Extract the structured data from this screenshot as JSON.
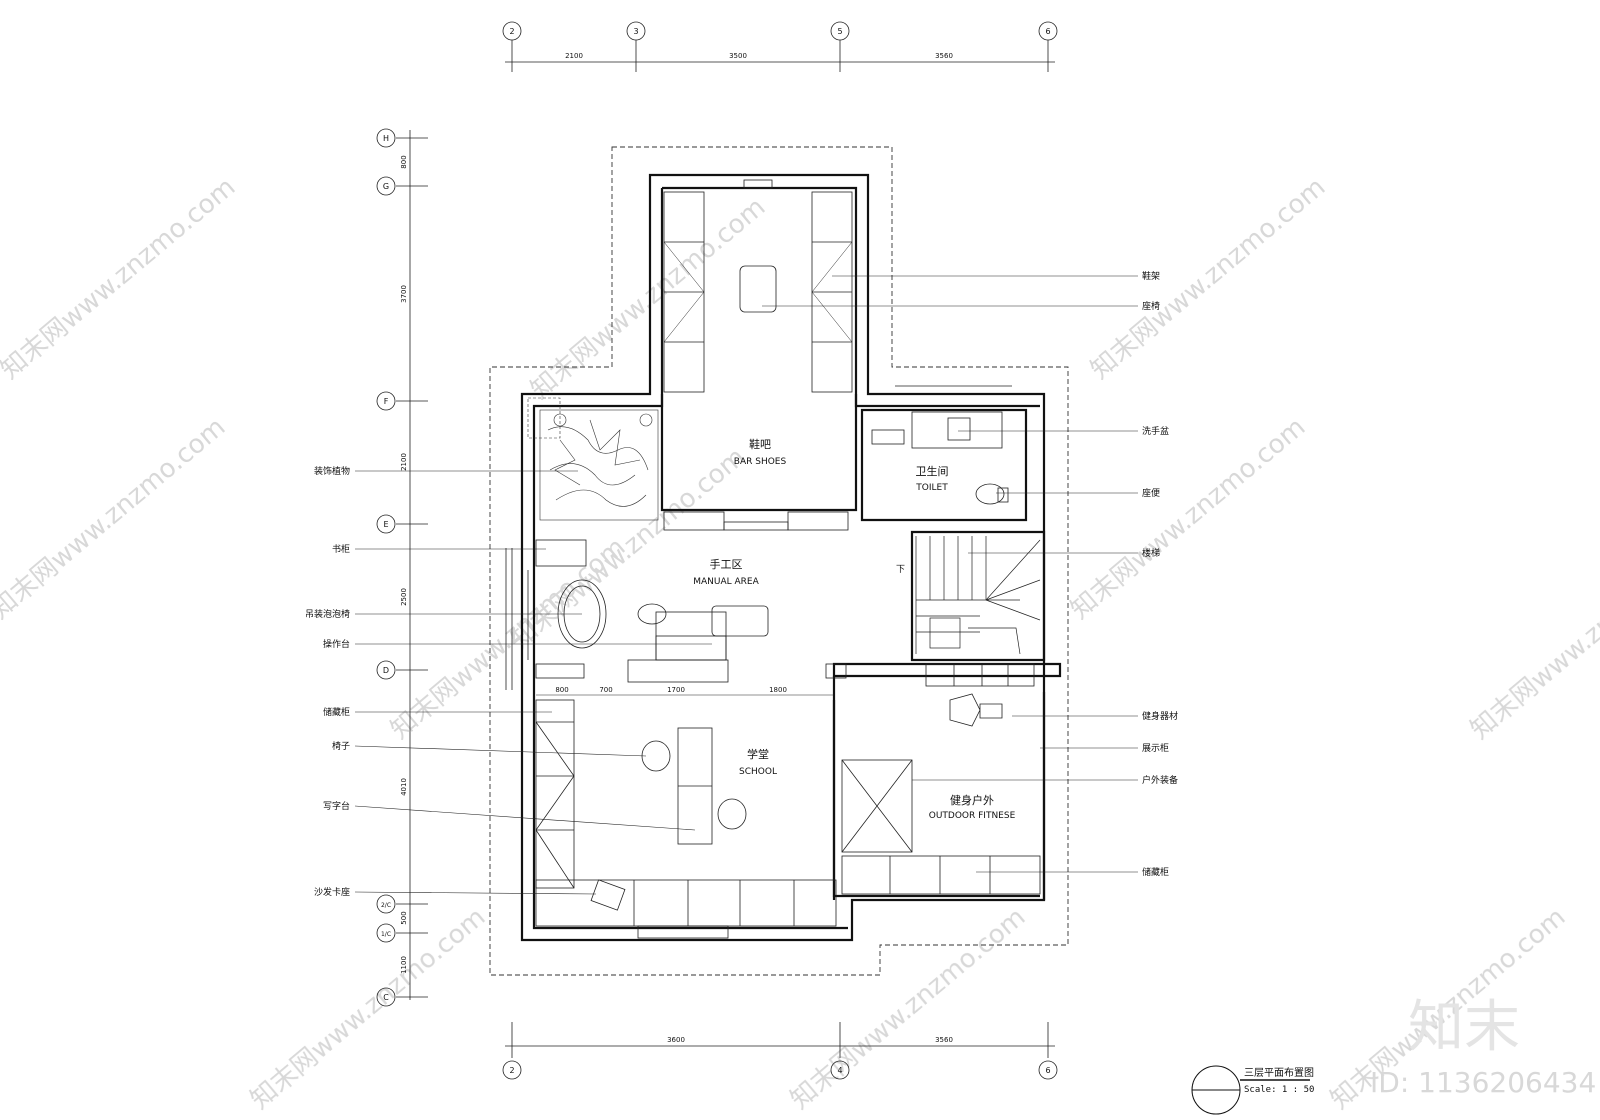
{
  "grid_top": {
    "labels": [
      "2",
      "3",
      "5",
      "6"
    ],
    "dims": [
      "2100",
      "3500",
      "3560"
    ]
  },
  "grid_bottom": {
    "labels": [
      "2",
      "4",
      "6"
    ],
    "dims": [
      "3600",
      "3560"
    ]
  },
  "grid_left": {
    "labels": [
      "H",
      "G",
      "F",
      "E",
      "D",
      "2/C",
      "1/C",
      "C"
    ],
    "dims": [
      "800",
      "3700",
      "2100",
      "2500",
      "4010",
      "500",
      "1100"
    ]
  },
  "rooms": {
    "bar_shoes": {
      "cn": "鞋吧",
      "en": "BAR SHOES"
    },
    "toilet": {
      "cn": "卫生间",
      "en": "TOILET"
    },
    "manual": {
      "cn": "手工区",
      "en": "MANUAL AREA"
    },
    "school": {
      "cn": "学堂",
      "en": "SCHOOL"
    },
    "outdoor": {
      "cn": "健身户外",
      "en": "OUTDOOR FITNESE"
    }
  },
  "stair_mark": "下",
  "inner_dims": [
    "800",
    "700",
    "1700",
    "1800"
  ],
  "labels_left": [
    "装饰植物",
    "书柜",
    "吊装泡泡椅",
    "操作台",
    "储藏柜",
    "椅子",
    "写字台",
    "沙发卡座"
  ],
  "labels_right": [
    "鞋架",
    "座椅",
    "洗手盆",
    "座便",
    "楼梯",
    "健身器材",
    "展示柜",
    "户外装备",
    "储藏柜"
  ],
  "title_block": {
    "title": "三层平面布置图",
    "scale": "Scale: 1 : 50"
  },
  "brand": {
    "logo": "知末",
    "id": "ID: 1136206434"
  },
  "watermark": "知末网www.znzmo.com"
}
